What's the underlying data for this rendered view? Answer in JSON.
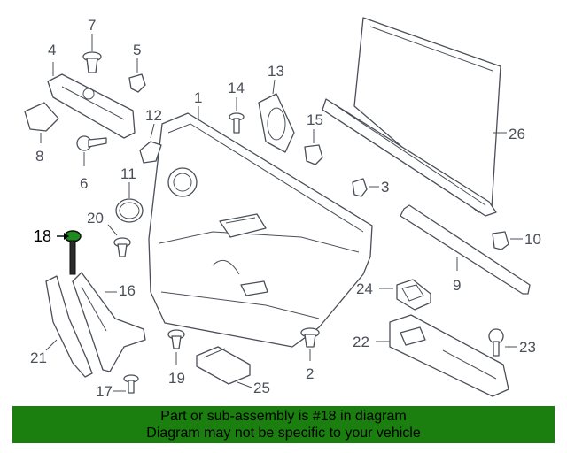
{
  "callouts": {
    "n1": "1",
    "n2": "2",
    "n3": "3",
    "n4": "4",
    "n5": "5",
    "n6": "6",
    "n7": "7",
    "n8": "8",
    "n9": "9",
    "n10": "10",
    "n11": "11",
    "n12": "12",
    "n13": "13",
    "n14": "14",
    "n15": "15",
    "n16": "16",
    "n17": "17",
    "n18": "18",
    "n19": "19",
    "n20": "20",
    "n21": "21",
    "n22": "22",
    "n23": "23",
    "n24": "24",
    "n25": "25",
    "n26": "26"
  },
  "highlight": {
    "part_number": "18",
    "color": "#1a7f0e"
  },
  "banner": {
    "line1": "Part or sub-assembly is #18 in diagram",
    "line2": "Diagram may not be specific to your vehicle",
    "background": "#1a7f0e"
  }
}
